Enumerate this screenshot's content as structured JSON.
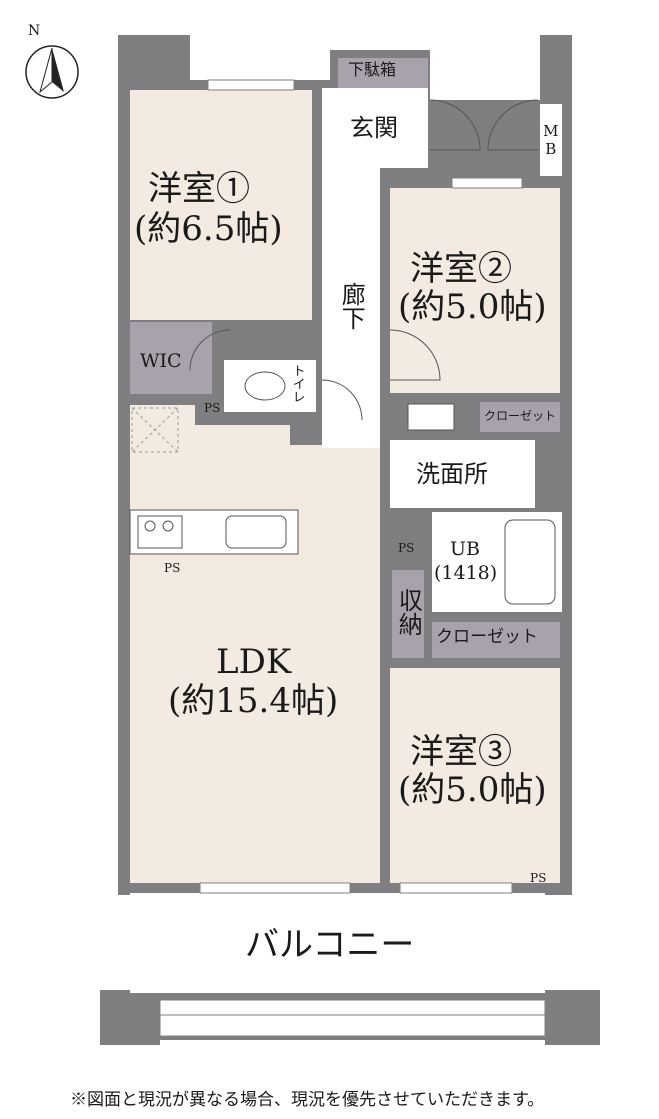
{
  "compass": {
    "north_label": "N"
  },
  "rooms": {
    "western1": {
      "name": "洋室①",
      "size": "(約6.5帖)"
    },
    "western2": {
      "name": "洋室②",
      "size": "(約5.0帖)"
    },
    "western3": {
      "name": "洋室③",
      "size": "(約5.0帖)"
    },
    "ldk": {
      "name": "LDK",
      "size": "(約15.4帖)"
    },
    "wic": "WIC",
    "entrance": "玄関",
    "shoe_cabinet": "下駄箱",
    "corridor": "廊下",
    "toilet": "トイレ",
    "washroom": "洗面所",
    "bath": {
      "name": "UB",
      "size": "(1418)"
    },
    "storage": "収納",
    "closet_small": "クローゼット",
    "closet": "クローゼット",
    "mb": "MB",
    "balcony": "バルコニー",
    "ps": "PS"
  },
  "colors": {
    "wall": "#7f7f82",
    "room_floor": "#f3ebe1",
    "storage_fill": "#a8a2ad",
    "balcony": "#ffffff"
  },
  "note": "※図面と現況が異なる場合、現況を優先させていただきます。"
}
